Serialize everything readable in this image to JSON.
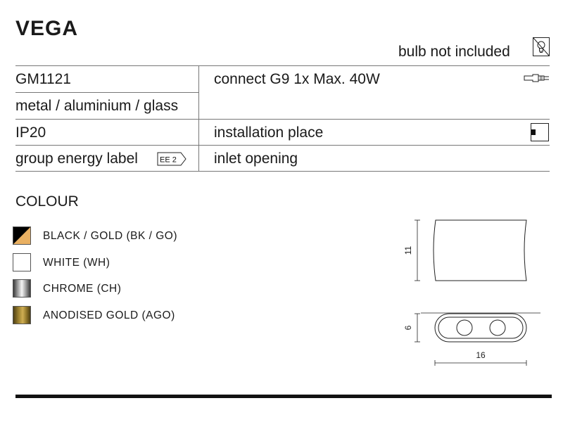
{
  "product": {
    "name": "VEGA",
    "bulb_note": "bulb not included"
  },
  "specs": {
    "code": "GM1121",
    "materials": "metal / aluminium / glass",
    "ip_rating": "IP20",
    "energy_label_text": "group energy label",
    "energy_badge": "EE 2",
    "connect": "connect G9 1x Max. 40W",
    "installation": "installation place",
    "inlet": "inlet opening"
  },
  "colour": {
    "heading": "COLOUR",
    "options": [
      {
        "label": "BLACK / GOLD (BK / GO)",
        "colors": [
          "#000000",
          "#e9b062"
        ]
      },
      {
        "label": "WHITE (WH)",
        "colors": [
          "#ffffff"
        ]
      },
      {
        "label": "CHROME (CH)",
        "colors": [
          "#4a4a4a",
          "#f0f0f0"
        ]
      },
      {
        "label": "ANODISED GOLD (AGO)",
        "colors": [
          "#4d3f14",
          "#cfae52"
        ]
      }
    ]
  },
  "dimensions": {
    "height": "11",
    "depth": "6",
    "width": "16"
  }
}
